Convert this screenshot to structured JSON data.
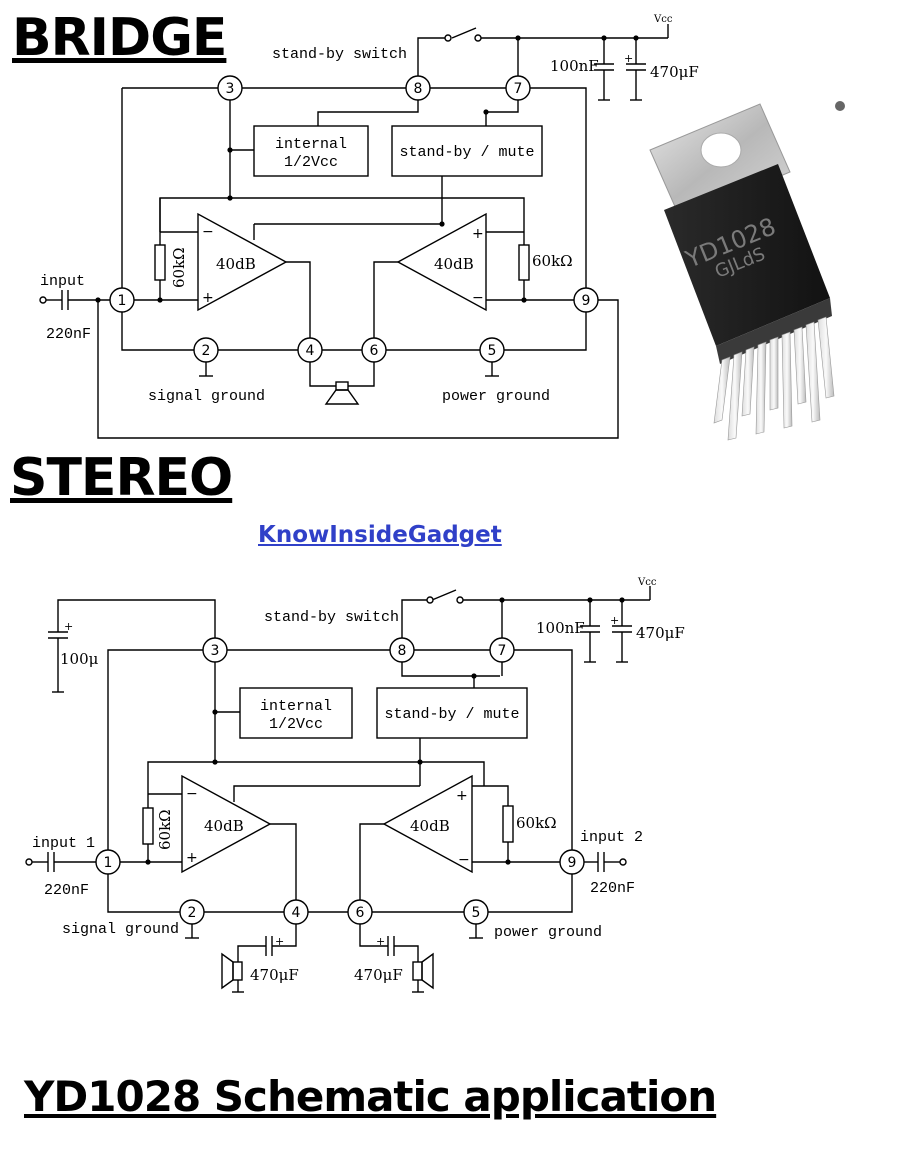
{
  "headings": {
    "bridge": "BRIDGE",
    "stereo": "STEREO",
    "footer": "YD1028 Schematic application"
  },
  "link": {
    "text": "KnowInsideGadget"
  },
  "bridge": {
    "standby_switch": "stand-by switch",
    "vcc": "Vcc",
    "cap_100nF": "100nF",
    "cap_470uF": "470μF",
    "internal_line1": "internal",
    "internal_line2": "1/2Vcc",
    "standby_mute": "stand-by / mute",
    "gain_left": "40dB",
    "gain_right": "40dB",
    "res_left": "60kΩ",
    "res_right": "60kΩ",
    "input": "input",
    "input_cap": "220nF",
    "signal_ground": "signal ground",
    "power_ground": "power ground",
    "pins": {
      "p1": "1",
      "p2": "2",
      "p3": "3",
      "p4": "4",
      "p5": "5",
      "p6": "6",
      "p7": "7",
      "p8": "8",
      "p9": "9"
    }
  },
  "stereo": {
    "standby_switch": "stand-by switch",
    "vcc": "Vcc",
    "cap_100nF": "100nF",
    "cap_470uF": "470μF",
    "cap_100u": "100μ",
    "internal_line1": "internal",
    "internal_line2": "1/2Vcc",
    "standby_mute": "stand-by / mute",
    "gain_left": "40dB",
    "gain_right": "40dB",
    "res_left": "60kΩ",
    "res_right": "60kΩ",
    "input1": "input 1",
    "input2": "input 2",
    "input1_cap": "220nF",
    "input2_cap": "220nF",
    "signal_ground": "signal ground",
    "power_ground": "power ground",
    "out_cap_left": "470μF",
    "out_cap_right": "470μF",
    "pins": {
      "p1": "1",
      "p2": "2",
      "p3": "3",
      "p4": "4",
      "p5": "5",
      "p6": "6",
      "p7": "7",
      "p8": "8",
      "p9": "9"
    }
  },
  "chip_photo": {
    "line1": "YD1028",
    "line2": "GJLdS"
  }
}
